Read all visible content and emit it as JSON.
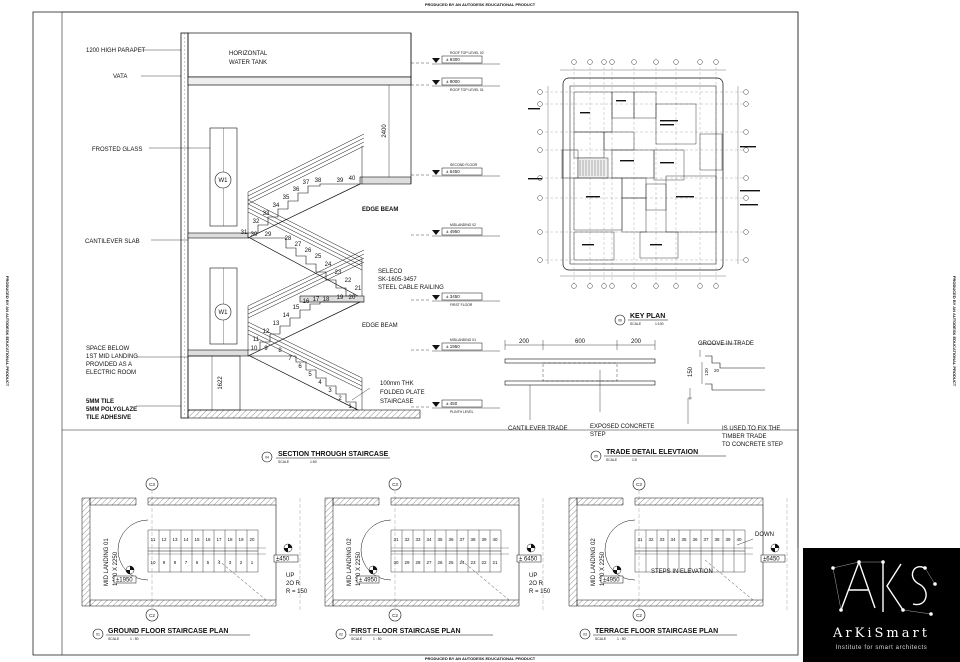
{
  "watermark": {
    "top": "PRODUCED BY AN AUTODESK EDUCATIONAL PRODUCT",
    "bottom": "PRODUCED BY AN AUTODESK EDUCATIONAL PRODUCT",
    "left": "PRODUCED BY AN AUTODESK EDUCATIONAL PRODUCT",
    "right": "PRODUCED BY AN AUTODESK EDUCATIONAL PRODUCT"
  },
  "section": {
    "labels": {
      "parapet": "1200 HIGH PARAPET",
      "vata": "VATA",
      "tank_1": "HORIZONTAL",
      "tank_2": "WATER TANK",
      "frosted_glass": "FROSTED GLASS",
      "cantilever_slab": "CANTILEVER  SLAB",
      "space_1": "SPACE BELOW",
      "space_2": "1ST MID LANDING",
      "space_3": "PROVIDED AS A",
      "space_4": "ELECTRIC ROOM",
      "finish_1": "5MM TILE",
      "finish_2": "5MM POLYGLAZE",
      "finish_3": "TILE ADHESIVE",
      "edge_beam_1": "EDGE BEAM",
      "edge_beam_2": "EDGE BEAM",
      "railing_1": "SELECO",
      "railing_2": "SK-1605-3457",
      "railing_3": "STEEL CABLE RAILING",
      "plate_1": "100mm THK",
      "plate_2": "FOLDED PLATE",
      "plate_3": "STAIRCASE",
      "window_1": "W1",
      "window_2": "W1",
      "dim_2400": "2400",
      "dim_1622": "1622"
    },
    "levels": [
      {
        "value": "± 9300",
        "name": "ROOF TOP LEVEL 02"
      },
      {
        "value": "± 9000",
        "name": "ROOF TOP LEVEL 01"
      },
      {
        "value": "± 6450",
        "name": "SECOND FLOOR"
      },
      {
        "value": "± 4950",
        "name": "MIDLANDING 02"
      },
      {
        "value": "± 3450",
        "name": "FIRST FLOOR"
      },
      {
        "value": "± 1950",
        "name": "MIDLANDING 01"
      },
      {
        "value": "± 450",
        "name": "PLINTH LEVEL"
      }
    ],
    "title_no": "04",
    "title": "SECTION THROUGH STAIRCASE",
    "scale_label": "SCALE",
    "scale": "1:50"
  },
  "key_plan": {
    "title_no": "06",
    "title": "KEY PLAN",
    "scale_label": "SCALE",
    "scale": "1:100"
  },
  "tread_detail": {
    "dims": [
      "200",
      "600",
      "200"
    ],
    "groove": "GROOVE IN TRADE",
    "dim_150": "150",
    "dim_120": "120",
    "dim_20": "20",
    "cantilever": "CANTILEVER TRADE",
    "exposed_1": "EXPOSED CONCRETE",
    "exposed_2": "STEP",
    "fix_1": "IS USED TO FIX THE",
    "fix_2": "TIMBER TRADE",
    "fix_3": "TO CONCRETE STEP",
    "title_no": "05",
    "title": "TRADE DETAIL ELEVTAION",
    "scale_label": "SCALE",
    "scale": "1:5"
  },
  "plans": [
    {
      "title_no": "01",
      "title": "GROUND FLOOR STAIRCASE PLAN",
      "scale_label": "SCALE",
      "scale": "1 : 50",
      "landing_1": "MID LANDING 01",
      "landing_2": "1430 X 2250",
      "top_row": [
        "11",
        "12",
        "13",
        "14",
        "15",
        "16",
        "17",
        "18",
        "19",
        "20"
      ],
      "bottom_row": [
        "10",
        "9",
        "8",
        "7",
        "6",
        "5",
        "4",
        "3",
        "2",
        "1"
      ],
      "level_left": "±1950",
      "level_right": "±450",
      "note_1": "UP",
      "note_2": "2O R",
      "note_3": "R = 150",
      "grid_top": "C3",
      "grid_bottom": "C2"
    },
    {
      "title_no": "02",
      "title": "FIRST FLOOR STAIRCASE PLAN",
      "scale_label": "SCALE",
      "scale": "1 : 50",
      "landing_1": "MID LANDING 02",
      "landing_2": "1430 X 2250",
      "top_row": [
        "31",
        "32",
        "33",
        "34",
        "35",
        "36",
        "37",
        "38",
        "39",
        "40"
      ],
      "bottom_row": [
        "30",
        "29",
        "28",
        "27",
        "26",
        "25",
        "24",
        "23",
        "22",
        "21"
      ],
      "level_left": "± 4950",
      "level_right": "± 6450",
      "note_1": "UP",
      "note_2": "2O R",
      "note_3": "R = 150",
      "grid_top": "C3",
      "grid_bottom": "C2"
    },
    {
      "title_no": "03",
      "title": "TERRACE FLOOR STAIRCASE PLAN",
      "scale_label": "SCALE",
      "scale": "1 : 50",
      "landing_1": "MID LANDING 02",
      "landing_2": "1430 X 2250",
      "top_row": [
        "31",
        "32",
        "33",
        "34",
        "35",
        "36",
        "37",
        "38",
        "39",
        "40"
      ],
      "bottom_row": [],
      "level_left": "±4950",
      "level_right": "±6450",
      "note_1": "DOWN",
      "note_2": "STEPS IN ELEVATION",
      "note_3": "",
      "grid_top": "C3",
      "grid_bottom": "C2"
    }
  ],
  "brand": {
    "word": "ArKiSmart",
    "tagline": "Institute for smart architects"
  }
}
